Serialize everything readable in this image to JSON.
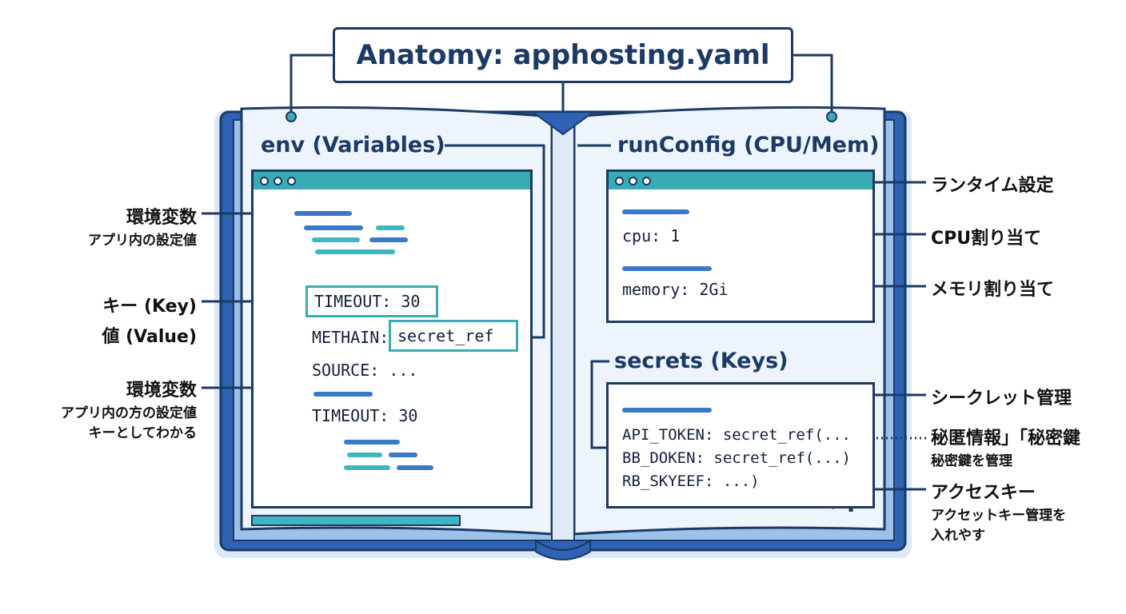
{
  "title": "Anatomy: apphosting.yaml",
  "left_page": {
    "section_title": "env (Variables)",
    "code_key_value": "TIMEOUT: 30",
    "code_meth_key": "METHAIN:",
    "code_meth_value": "secret_ref",
    "code_source": "SOURCE: ...",
    "code_timeout2": "TIMEOUT: 30"
  },
  "right_page": {
    "section_title": "runConfig (CPU/Mem)",
    "code_cpu": "cpu: 1",
    "code_memory": "memory: 2Gi",
    "secrets_title": "secrets (Keys)",
    "code_api": "API_TOKEN: secret_ref(...",
    "code_bb": "BB_DOKEN: secret_ref(...)",
    "code_rb": "RB_SKYEEF: ...)"
  },
  "left_annotations": {
    "env_main": "環境変数",
    "env_sub": "アプリ内の設定値",
    "key_main": "キー (Key)",
    "key_sub": "値 (Value)",
    "env2_main": "環境変数",
    "env2_sub1": "アプリ内の方の設定値",
    "env2_sub2": "キーとしてわかる"
  },
  "right_annotations": {
    "runtime": "ランタイム設定",
    "cpu": "CPU割り当て",
    "memory": "メモリ割り当て",
    "secret_mgmt": "シークレット管理",
    "secret_info": "秘匿情報」「秘密鍵",
    "secret_info_sub": "秘密鍵を管理",
    "access_key": "アクセスキー",
    "access_key_sub1": "アクセットキー管理を",
    "access_key_sub2": "入れやす"
  },
  "colors": {
    "navy": "#1b3a66",
    "blue": "#3b78c8",
    "teal": "#3aaab4",
    "page": "#eef4fb"
  },
  "icons": [
    "gear-database-icon",
    "gear-icon",
    "cpu-chip-icon",
    "memory-module-icon",
    "shield-icon",
    "lock-icon",
    "keys-icon"
  ]
}
